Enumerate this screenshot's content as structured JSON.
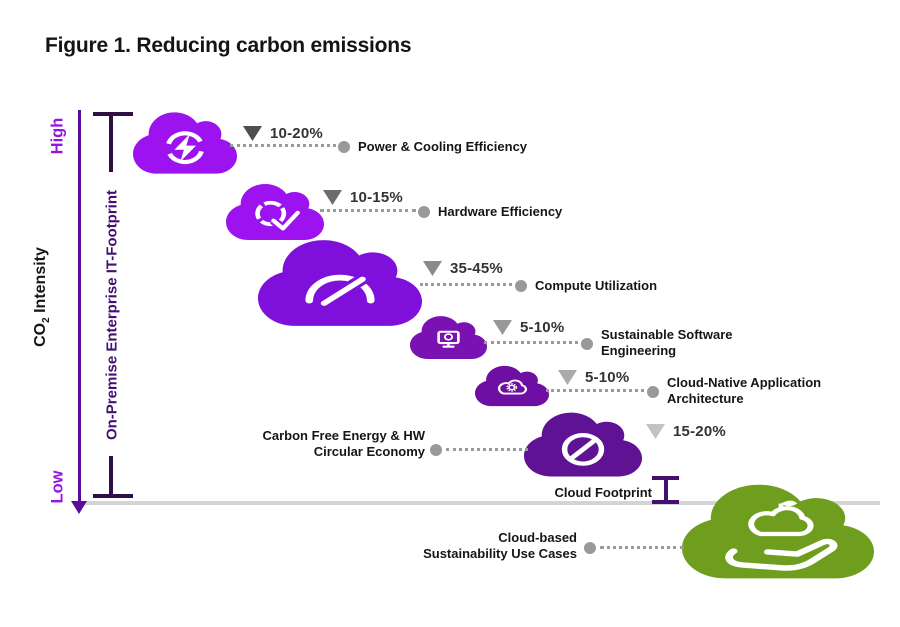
{
  "title": "Figure 1. Reducing carbon emissions",
  "axis": {
    "high": "High",
    "low": "Low",
    "co2_prefix": "CO",
    "co2_sub": "2",
    "co2_suffix": " Intensity"
  },
  "bracket": {
    "label": "On-Premise Enterprise IT-Footprint"
  },
  "steps": [
    {
      "id": "power-cooling",
      "pct": "10-20%",
      "line1": "Power & Cooling Efficiency",
      "icon": "energy-bolt-icon",
      "cloud_color": "#9C13F0",
      "triangle_color": "#4E4E4E"
    },
    {
      "id": "hardware",
      "pct": "10-15%",
      "line1": "Hardware Efficiency",
      "icon": "gear-check-icon",
      "cloud_color": "#9C13F0",
      "triangle_color": "#6C6C6C"
    },
    {
      "id": "compute",
      "pct": "35-45%",
      "line1": "Compute Utilization",
      "icon": "gauge-icon",
      "cloud_color": "#7F10DB",
      "triangle_color": "#8A8A8A"
    },
    {
      "id": "software",
      "pct": "5-10%",
      "line1": "Sustainable Software",
      "line2": "Engineering",
      "icon": "monitor-idea-icon",
      "cloud_color": "#7911B3",
      "triangle_color": "#989898"
    },
    {
      "id": "cloud-native",
      "pct": "5-10%",
      "line1": "Cloud-Native Application",
      "line2": "Architecture",
      "icon": "cloud-gear-icon",
      "cloud_color": "#6D0FA2",
      "triangle_color": "#ABABAB"
    },
    {
      "id": "carbon-free",
      "pct": "15-20%",
      "line1": "Carbon Free Energy & HW",
      "line2": "Circular Economy",
      "icon": "no-sign-icon",
      "cloud_color": "#5F1294",
      "triangle_color": "#C3C3C3"
    }
  ],
  "cloud_footprint": {
    "label": "Cloud Footprint"
  },
  "green": {
    "line1": "Cloud-based",
    "line2": "Sustainability Use Cases",
    "icon": "hand-holding-cloud-icon",
    "color": "#6F9E1E"
  },
  "colors": {
    "axis_purple": "#9414E3",
    "axis_line": "#5A0D99",
    "bracket": "#2E1044",
    "bracket_label": "#431070",
    "baseline": "#D4D4D4",
    "connector_gray": "#9A9A9A",
    "ibeam": "#44106E"
  }
}
